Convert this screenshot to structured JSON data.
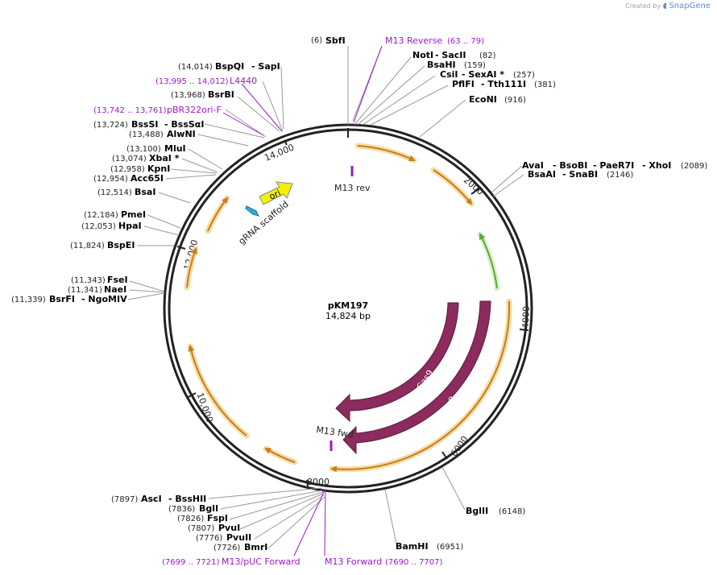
{
  "brand": {
    "created_by": "Created by",
    "name": "SnapGene"
  },
  "plasmid": {
    "name": "pKM197",
    "length": "14,824 bp"
  },
  "ticks": [
    "14,000",
    "2000",
    "4000",
    "6000",
    "8000",
    "10,000",
    "12,000"
  ],
  "features": {
    "cas9_a": "Cas9",
    "cas9_b": "Cas9",
    "ori": "ori",
    "grna": "gRNA scaffold",
    "m13rev": "M13 rev",
    "m13fwd": "M13 fwd"
  },
  "labels": {
    "sbfi_pos": "(6)",
    "sbfi": "SbfI",
    "m13r": "M13 Reverse",
    "m13r_pos": "(63 .. 79)",
    "noti": "NotI",
    "sacii": "- SacII",
    "sacii_pos": "(82)",
    "bsahi": "BsaHI",
    "bsahi_pos": "(159)",
    "csii": "CsiI",
    "sexai": "- SexAI *",
    "sexai_pos": "(257)",
    "pflfi": "PflFI",
    "tth": "- Tth111I",
    "tth_pos": "(381)",
    "econi": "EcoNI",
    "econi_pos": "(916)",
    "avai": "AvaI",
    "bsobi": "- BsoBI",
    "paer7i": "- PaeR7I",
    "xhoi": "- XhoI",
    "avai_pos": "(2089)",
    "bsaai": "BsaAI",
    "snabi": "- SnaBI",
    "bsaai_pos": "(2146)",
    "bglii_pos": "(6148)",
    "bglii": "BglII",
    "bamhi": "BamHI",
    "bamhi_pos": "(6951)",
    "m13fw_pos": "(7690 .. 7707)",
    "m13fw": "M13 Forward",
    "m13puc_pos": "(7699 .. 7721)",
    "m13puc": "M13/pUC Forward",
    "bmri_pos": "(7726)",
    "bmri": "BmrI",
    "pvuii_pos": "(7776)",
    "pvuii": "PvuII",
    "pvui_pos": "(7807)",
    "pvui": "PvuI",
    "fspi_pos": "(7826)",
    "fspi": "FspI",
    "bgli_pos": "(7836)",
    "bgli": "BglI",
    "asci_pos": "(7897)",
    "asci": "AscI",
    "bsshii": "- BssHII",
    "bsrfi_pos": "(11,339)",
    "bsrfi": "BsrFI",
    "ngomiv": "- NgoMIV",
    "naei_pos": "(11,341)",
    "naei": "NaeI",
    "fsei_pos": "(11,343)",
    "fsei": "FseI",
    "bspei_pos": "(11,824)",
    "bspei": "BspEI",
    "hpai_pos": "(12,053)",
    "hpai": "HpaI",
    "pmei_pos": "(12,184)",
    "pmei": "PmeI",
    "bsai_pos": "(12,514)",
    "bsai": "BsaI",
    "acc65i_pos": "(12,954)",
    "acc65i": "Acc65I",
    "kpni_pos": "(12,958)",
    "kpni": "KpnI",
    "xbai_pos": "(13,074)",
    "xbai": "XbaI *",
    "mlui_pos": "(13,100)",
    "mlui": "MluI",
    "alwni_pos": "(13,488)",
    "alwni": "AlwNI",
    "bsssi_pos": "(13,724)",
    "bsssi": "BssSI",
    "bsssai": "- BssSαI",
    "pbr_pos": "(13,742 .. 13,761)",
    "pbr": "pBR322ori-F",
    "bsrbi_pos": "(13,968)",
    "bsrbi": "BsrBI",
    "l4440_pos": "(13,995 .. 14,012)",
    "l4440": "L4440",
    "bspqi_pos": "(14,014)",
    "bspqi": "BspQI",
    "sapi": "- SapI"
  },
  "colors": {
    "cas9": "#8b2b5e",
    "orf": "#c87d1a",
    "orf_halo": "#f6dca6",
    "green": "#5aa83a",
    "primer": "#9a1ac8",
    "ori": "#f2f200"
  }
}
